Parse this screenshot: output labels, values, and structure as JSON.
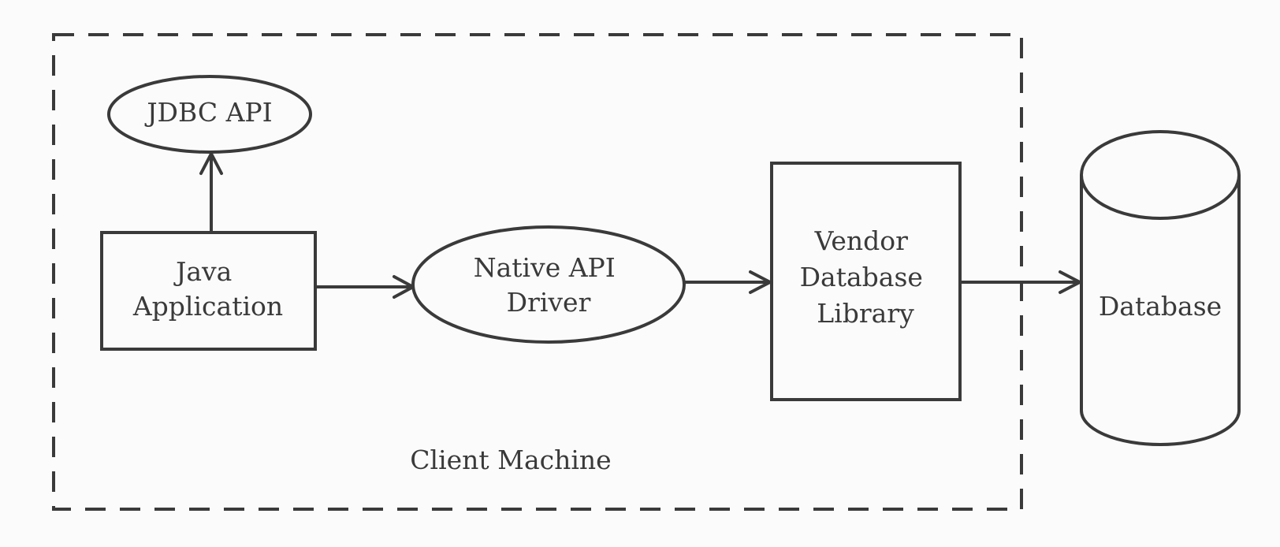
{
  "diagram": {
    "boundary": {
      "label": "Client Machine"
    },
    "nodes": {
      "jdbc_api": {
        "label": "JDBC API"
      },
      "java_application": {
        "lines": [
          "Java",
          "Application"
        ]
      },
      "native_api_driver": {
        "lines": [
          "Native API",
          "Driver"
        ]
      },
      "vendor_database_library": {
        "lines": [
          "Vendor",
          "Database",
          "Library"
        ]
      },
      "database": {
        "label": "Database"
      }
    },
    "colors": {
      "stroke": "#3a3a3a",
      "background": "#fbfbfc"
    },
    "edges": [
      {
        "from": "java_application",
        "to": "jdbc_api"
      },
      {
        "from": "java_application",
        "to": "native_api_driver"
      },
      {
        "from": "native_api_driver",
        "to": "vendor_database_library"
      },
      {
        "from": "vendor_database_library",
        "to": "database"
      }
    ]
  }
}
